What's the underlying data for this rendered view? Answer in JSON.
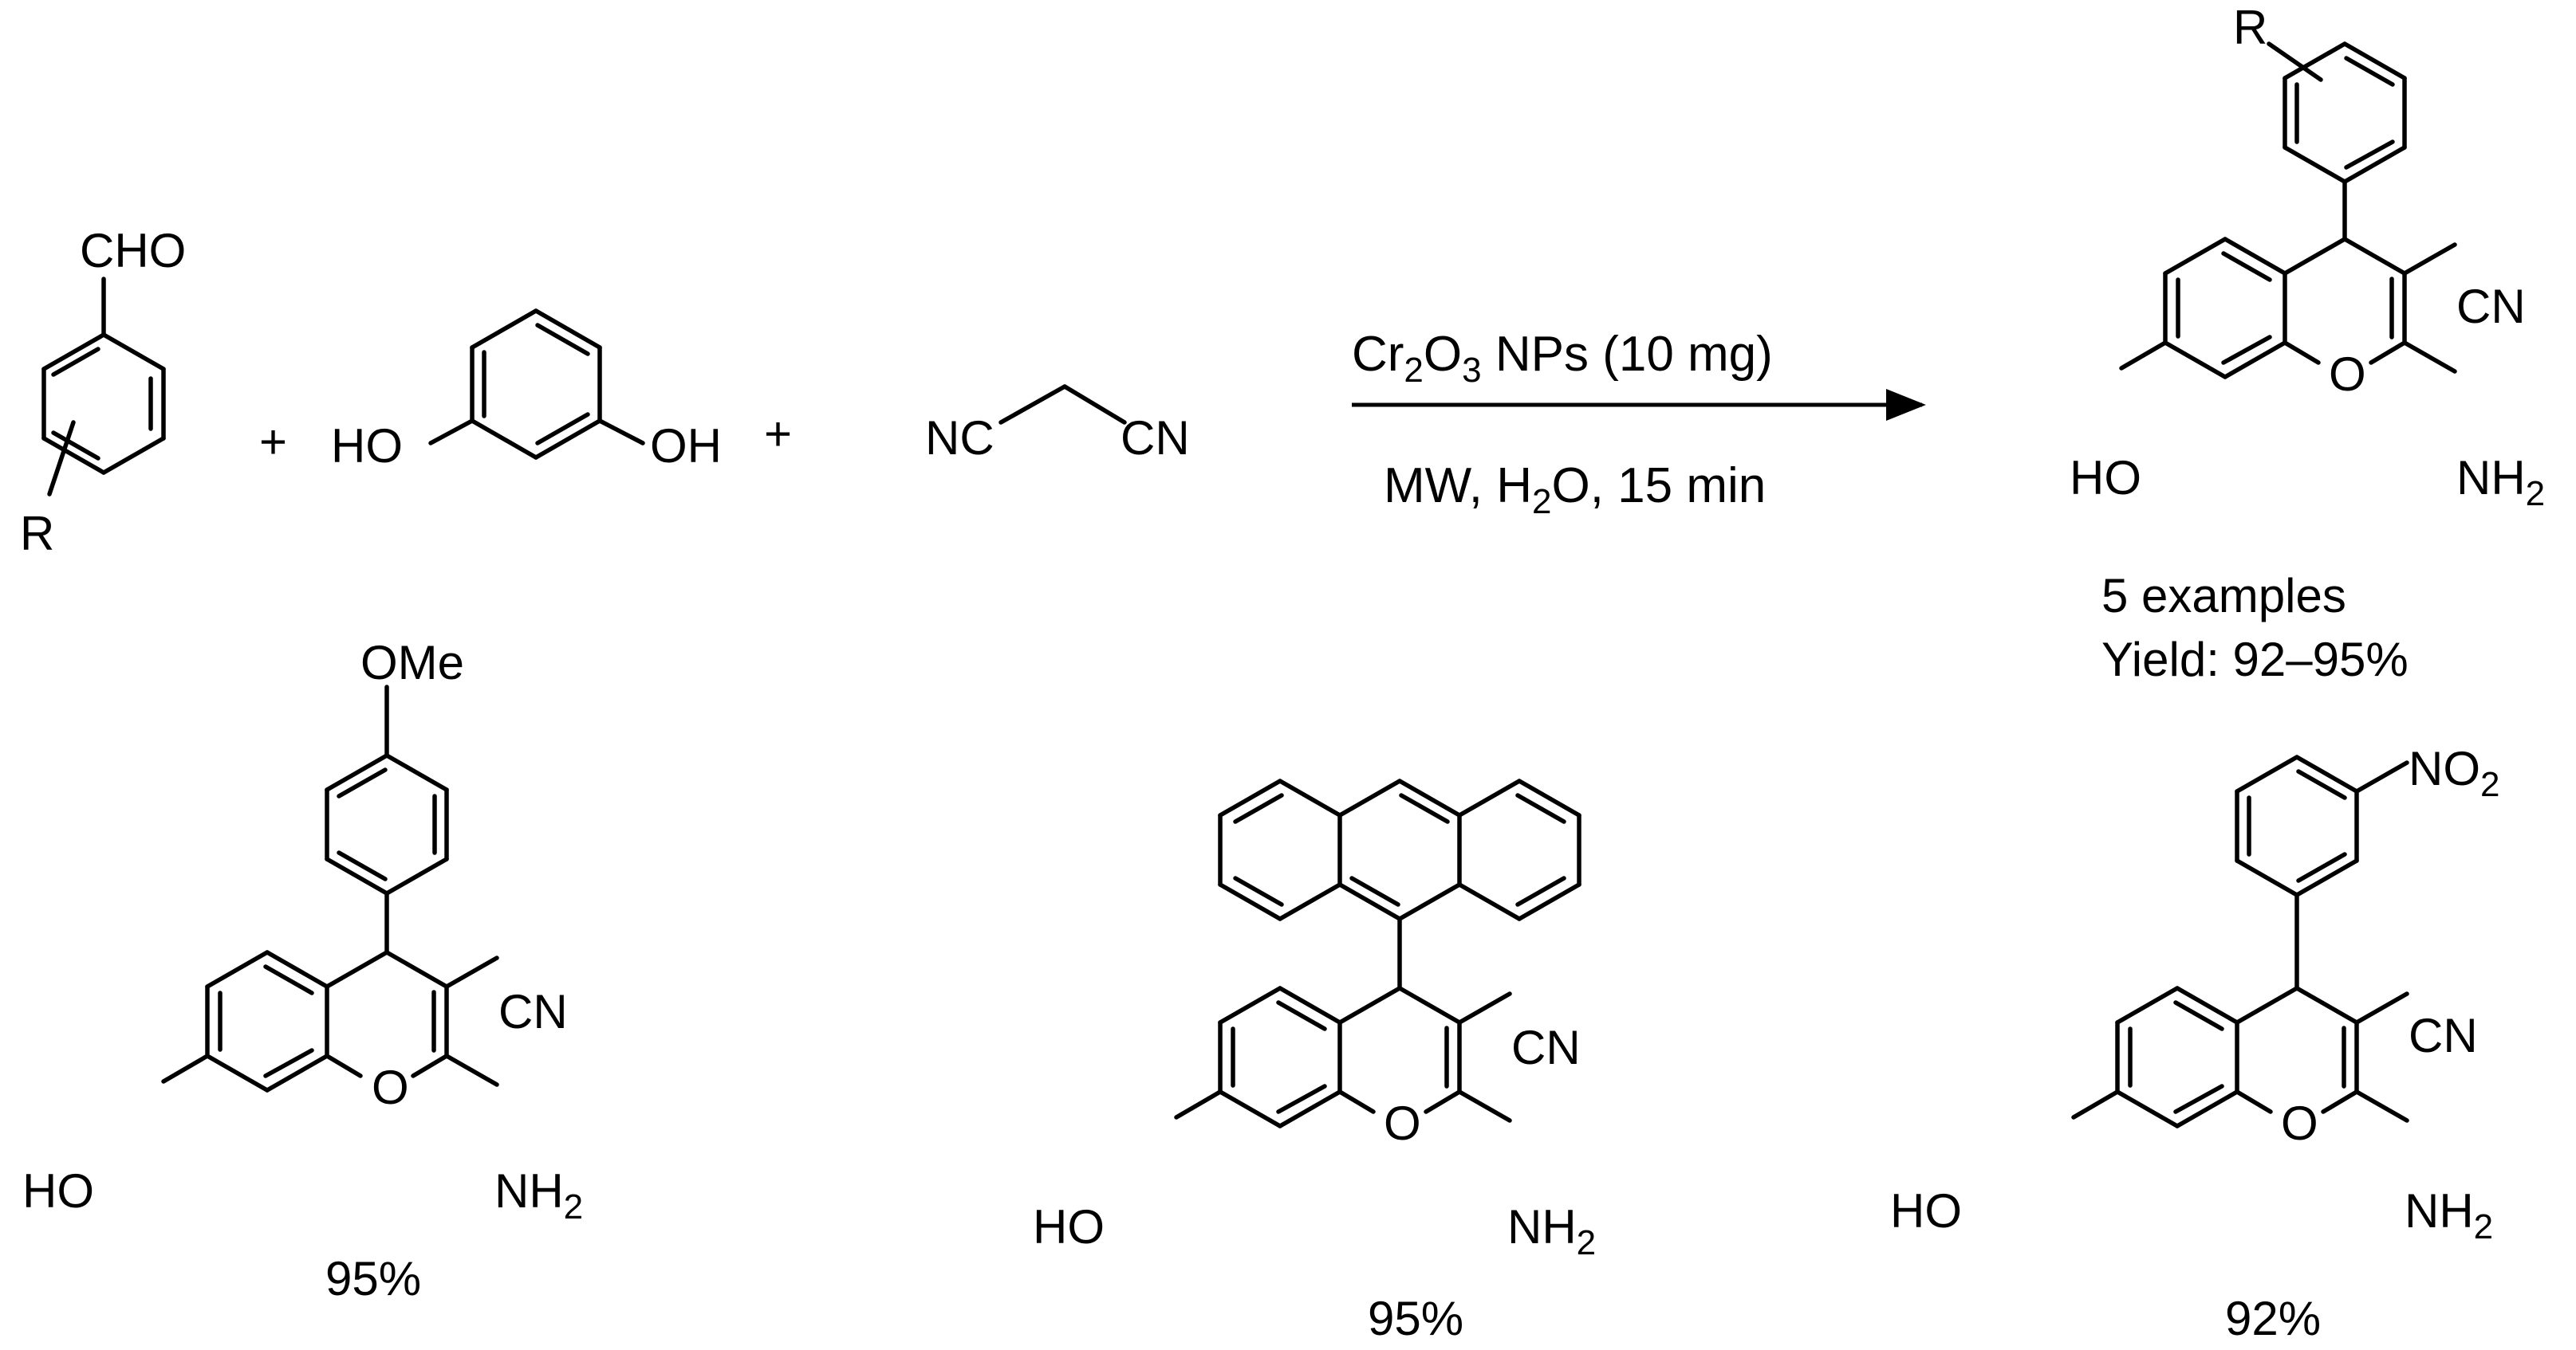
{
  "reactants": {
    "aldehyde": {
      "cho": "CHO",
      "r": "R"
    },
    "plus1": "+",
    "resorcinol": {
      "oh_left": "HO",
      "oh_right": "OH"
    },
    "plus2": "+",
    "malononitrile": {
      "nc": "NC",
      "cn": "CN"
    }
  },
  "conditions": {
    "catalyst": {
      "cr": "Cr",
      "sub2": "2",
      "o": "O",
      "sub3": "3",
      "rest": " NPs (10 mg)"
    },
    "solvent": {
      "pre": "MW, H",
      "sub2": "2",
      "post": "O, 15 min"
    }
  },
  "product": {
    "r": "R",
    "cn": "CN",
    "ho": "HO",
    "o": "O",
    "nh": "NH",
    "sub2": "2",
    "examples": "5 examples",
    "yield_range": "Yield: 92–95%"
  },
  "examples": [
    {
      "substituent": {
        "ome": "OMe"
      },
      "cn": "CN",
      "ho": "HO",
      "o": "O",
      "nh": "NH",
      "sub2": "2",
      "yield": "95%"
    },
    {
      "cn": "CN",
      "ho": "HO",
      "o": "O",
      "nh": "NH",
      "sub2": "2",
      "yield": "95%"
    },
    {
      "substituent": {
        "no": "NO",
        "sub2": "2"
      },
      "cn": "CN",
      "ho": "HO",
      "o": "O",
      "nh": "NH",
      "sub2": "2",
      "yield": "92%"
    }
  ]
}
